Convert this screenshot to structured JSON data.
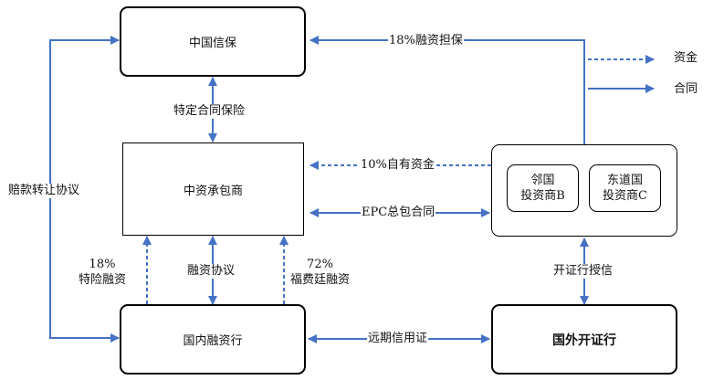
{
  "nodes": {
    "sinosure": "中国信保",
    "contractor": "中资承包商",
    "domestic_bank": "国内融资行",
    "foreign_bank": "国外开证行",
    "investor_b": [
      "邻国",
      "投资商B"
    ],
    "investor_c": [
      "东道国",
      "投资商C"
    ]
  },
  "edges": {
    "financing_guarantee": "18%融资担保",
    "contract_insurance": "特定合同保险",
    "own_funds": "10%自有资金",
    "epc_contract": "EPC总包合同",
    "financing_agreement": "融资协议",
    "special_risk": [
      "18%",
      "特险融资"
    ],
    "deferred_financing": [
      "72%",
      "福费廷融资"
    ],
    "forward_lc": "远期信用证",
    "lc_credit": "开证行授信",
    "indemnity_transfer": "赔款转让协议"
  },
  "legend": {
    "funds": "资金",
    "contract": "合同"
  },
  "colors": {
    "arrow": "#4472C4",
    "border": "#000000"
  }
}
